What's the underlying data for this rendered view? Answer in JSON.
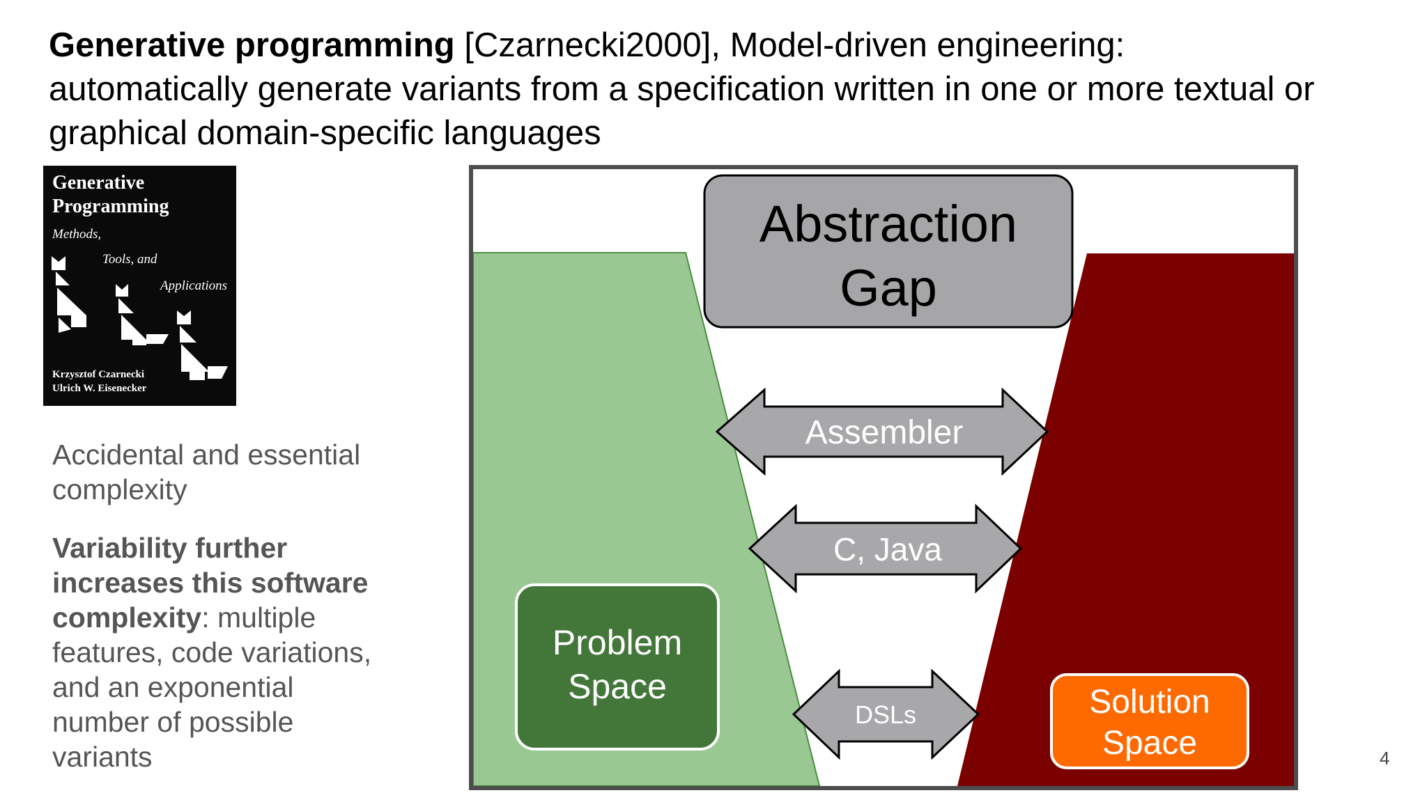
{
  "header": {
    "title_bold": "Generative programming",
    "title_rest": " [Czarnecki2000], Model-driven engineering:",
    "line2": "automatically generate variants from a specification written in one or more textual or",
    "line3": "graphical domain-specific languages"
  },
  "book": {
    "title_line1": "Generative",
    "title_line2": "Programming",
    "sub1": "Methods,",
    "sub2": "Tools, and",
    "sub3": "Applications",
    "author1": "Krzysztof Czarnecki",
    "author2": "Ulrich W. Eisenecker"
  },
  "notes": {
    "p1": "Accidental and essential complexity",
    "p2_bold": "Variability further increases this software complexity",
    "p2_rest": ": multiple features, code variations, and an exponential number of possible variants"
  },
  "diagram": {
    "abstraction_line1": "Abstraction",
    "abstraction_line2": "Gap",
    "arrows": [
      "Assembler",
      "C, Java",
      "DSLs"
    ],
    "problem_line1": "Problem",
    "problem_line2": "Space",
    "solution_line1": "Solution",
    "solution_line2": "Space",
    "colors": {
      "problem_area": "#9ac893",
      "problem_box": "#43773a",
      "solution_area": "#7b0000",
      "solution_box": "#ff6a00",
      "arrow_fill": "#a8a8ab",
      "gap_box": "#a6a6a8"
    }
  },
  "page_number": "4"
}
